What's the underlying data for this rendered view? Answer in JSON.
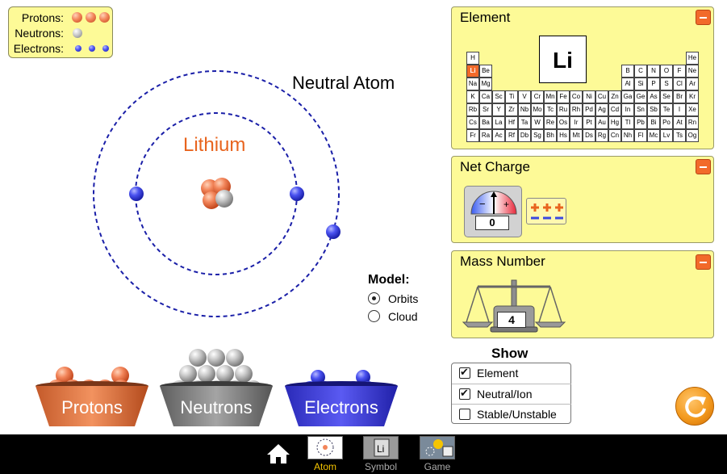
{
  "legend": {
    "protons_label": "Protons:",
    "neutrons_label": "Neutrons:",
    "electrons_label": "Electrons:"
  },
  "atom": {
    "status_label": "Neutral Atom",
    "element_name": "Lithium",
    "protons": 3,
    "neutrons": 1,
    "electrons": 3
  },
  "model": {
    "title": "Model:",
    "options": [
      {
        "label": "Orbits",
        "selected": true
      },
      {
        "label": "Cloud",
        "selected": false
      }
    ]
  },
  "element_panel": {
    "title": "Element",
    "symbol": "Li",
    "selected": "Li",
    "table_rows": [
      [
        "H",
        "",
        "",
        "",
        "",
        "",
        "",
        "",
        "",
        "",
        "",
        "",
        "",
        "",
        "",
        "",
        "",
        "He"
      ],
      [
        "Li",
        "Be",
        "",
        "",
        "",
        "",
        "",
        "",
        "",
        "",
        "",
        "",
        "B",
        "C",
        "N",
        "O",
        "F",
        "Ne"
      ],
      [
        "Na",
        "Mg",
        "",
        "",
        "",
        "",
        "",
        "",
        "",
        "",
        "",
        "",
        "Al",
        "Si",
        "P",
        "S",
        "Cl",
        "Ar"
      ],
      [
        "K",
        "Ca",
        "Sc",
        "Ti",
        "V",
        "Cr",
        "Mn",
        "Fe",
        "Co",
        "Ni",
        "Cu",
        "Zn",
        "Ga",
        "Ge",
        "As",
        "Se",
        "Br",
        "Kr"
      ],
      [
        "Rb",
        "Sr",
        "Y",
        "Zr",
        "Nb",
        "Mo",
        "Tc",
        "Ru",
        "Rh",
        "Pd",
        "Ag",
        "Cd",
        "In",
        "Sn",
        "Sb",
        "Te",
        "I",
        "Xe"
      ],
      [
        "Cs",
        "Ba",
        "La",
        "Hf",
        "Ta",
        "W",
        "Re",
        "Os",
        "Ir",
        "Pt",
        "Au",
        "Hg",
        "Tl",
        "Pb",
        "Bi",
        "Po",
        "At",
        "Rn"
      ],
      [
        "Fr",
        "Ra",
        "Ac",
        "Rf",
        "Db",
        "Sg",
        "Bh",
        "Hs",
        "Mt",
        "Ds",
        "Rg",
        "Cn",
        "Nh",
        "Fl",
        "Mc",
        "Lv",
        "Ts",
        "Og"
      ]
    ]
  },
  "charge_panel": {
    "title": "Net Charge",
    "value": "0"
  },
  "mass_panel": {
    "title": "Mass Number",
    "value": "4"
  },
  "show": {
    "title": "Show",
    "options": [
      {
        "label": "Element",
        "checked": true
      },
      {
        "label": "Neutral/Ion",
        "checked": true
      },
      {
        "label": "Stable/Unstable",
        "checked": false
      }
    ]
  },
  "buckets": {
    "protons": "Protons",
    "neutrons": "Neutrons",
    "electrons": "Electrons"
  },
  "nav": {
    "tabs": [
      {
        "label": "Atom",
        "active": true
      },
      {
        "label": "Symbol",
        "active": false
      },
      {
        "label": "Game",
        "active": false
      }
    ]
  },
  "colors": {
    "proton": "#f2855a",
    "neutron": "#c8c8c8",
    "electron": "#4a52f0",
    "panel": "#fdfa97",
    "accent": "#f26a2a",
    "orbit": "#1a1fa8"
  }
}
